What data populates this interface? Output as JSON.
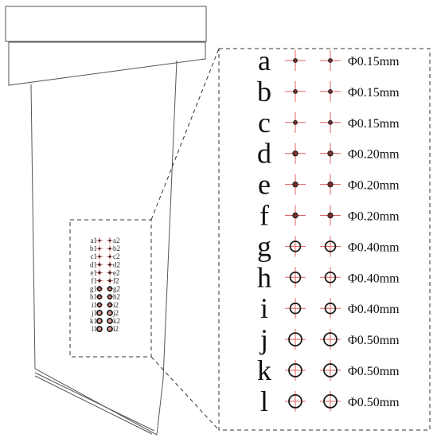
{
  "diagram": {
    "rows": [
      {
        "letter": "a",
        "left_label": "a1",
        "right_label": "a2",
        "diameter": "Φ0.15mm"
      },
      {
        "letter": "b",
        "left_label": "b1",
        "right_label": "b2",
        "diameter": "Φ0.15mm"
      },
      {
        "letter": "c",
        "left_label": "c1",
        "right_label": "c2",
        "diameter": "Φ0.15mm"
      },
      {
        "letter": "d",
        "left_label": "d1",
        "right_label": "d2",
        "diameter": "Φ0.20mm"
      },
      {
        "letter": "e",
        "left_label": "e1",
        "right_label": "e2",
        "diameter": "Φ0.20mm"
      },
      {
        "letter": "f",
        "left_label": "f1",
        "right_label": "f2",
        "diameter": "Φ0.20mm"
      },
      {
        "letter": "g",
        "left_label": "g1",
        "right_label": "g2",
        "diameter": "Φ0.40mm"
      },
      {
        "letter": "h",
        "left_label": "h1",
        "right_label": "h2",
        "diameter": "Φ0.40mm"
      },
      {
        "letter": "i",
        "left_label": "i1",
        "right_label": "i2",
        "diameter": "Φ0.40mm"
      },
      {
        "letter": "j",
        "left_label": "j1",
        "right_label": "j2",
        "diameter": "Φ0.50mm"
      },
      {
        "letter": "k",
        "left_label": "k1",
        "right_label": "k2",
        "diameter": "Φ0.50mm"
      },
      {
        "letter": "l",
        "left_label": "l1",
        "right_label": "l2",
        "diameter": "Φ0.50mm"
      }
    ],
    "hole_sizes_mm": [
      0.15,
      0.15,
      0.15,
      0.2,
      0.2,
      0.2,
      0.4,
      0.4,
      0.4,
      0.5,
      0.5,
      0.5
    ],
    "colors": {
      "outline": "#555555",
      "crosshair": "#e06060",
      "hole_fill": "#7a3030",
      "hole_ring": "#1a1a1a",
      "dashed": "#333333"
    }
  }
}
